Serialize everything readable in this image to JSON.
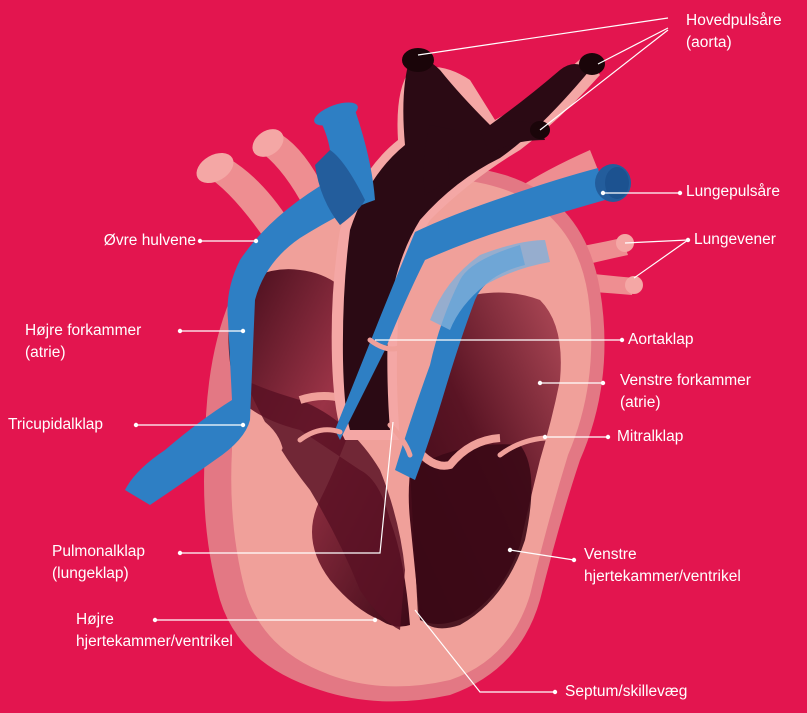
{
  "colors": {
    "background": "#e3154f",
    "heart_outer": "#f0a09a",
    "heart_shadow": "#e37884",
    "chamber_dark": "#4a0c1c",
    "chamber_mid": "#8a2d3e",
    "aorta": "#2b0a14",
    "vein_blue": "#2e7fc4",
    "vein_dark": "#235d9c",
    "leader_line": "#ffffff"
  },
  "labels": {
    "aorta": [
      "Hovedpulsåre",
      "(aorta)"
    ],
    "pulmonary_artery": "Lungepulsåre",
    "pulmonary_veins": "Lungevener",
    "superior_vena_cava": "Øvre hulvene",
    "right_atrium": [
      "Højre forkammer",
      "(atrie)"
    ],
    "aortic_valve": "Aortaklap",
    "left_atrium": [
      "Venstre forkammer",
      "(atrie)"
    ],
    "tricuspid_valve": "Tricupidalklap",
    "mitral_valve": "Mitralklap",
    "pulmonary_valve": [
      "Pulmonalklap",
      "(lungeklap)"
    ],
    "left_ventricle": [
      "Venstre",
      "hjertekammer/ventrikel"
    ],
    "right_ventricle": [
      "Højre",
      "hjertekammer/ventrikel"
    ],
    "septum": "Septum/skillevæg"
  }
}
